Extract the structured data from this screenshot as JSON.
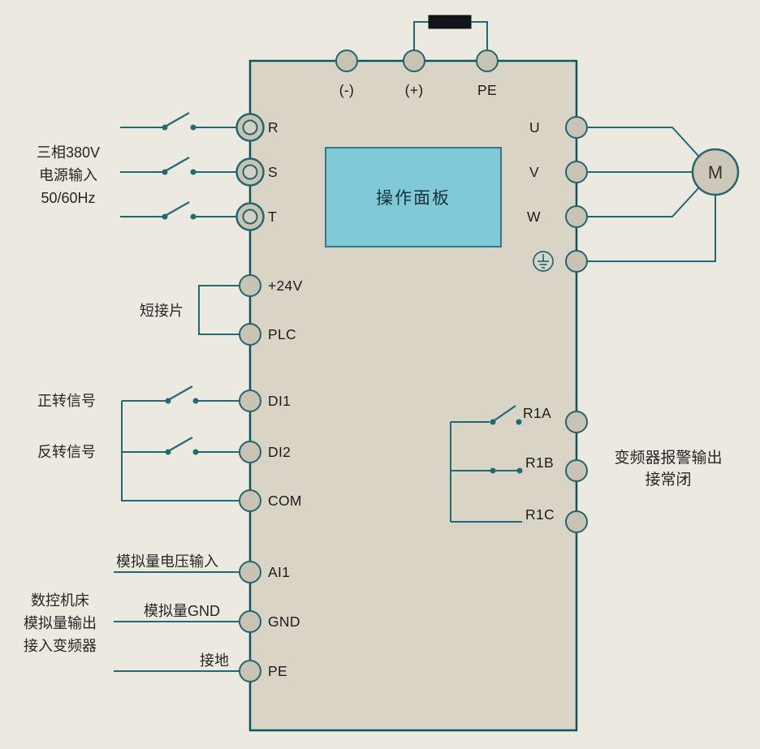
{
  "diagram": {
    "panel_label": "操作面板",
    "motor_label": "M",
    "top_terminals": [
      {
        "label": "(-)"
      },
      {
        "label": "(+)"
      },
      {
        "label": "PE"
      }
    ],
    "left_terminals": [
      {
        "label": "R"
      },
      {
        "label": "S"
      },
      {
        "label": "T"
      },
      {
        "label": "+24V"
      },
      {
        "label": "PLC"
      },
      {
        "label": "DI1"
      },
      {
        "label": "DI2"
      },
      {
        "label": "COM"
      },
      {
        "label": "AI1"
      },
      {
        "label": "GND"
      },
      {
        "label": "PE"
      }
    ],
    "right_terminals": [
      {
        "label": "U"
      },
      {
        "label": "V"
      },
      {
        "label": "W"
      },
      {
        "label": "R1A"
      },
      {
        "label": "R1B"
      },
      {
        "label": "R1C"
      }
    ],
    "annotations": {
      "power_input_line1": "三相380V",
      "power_input_line2": "电源输入",
      "power_input_line3": "50/60Hz",
      "short_tab": "短接片",
      "forward_signal": "正转信号",
      "reverse_signal": "反转信号",
      "analog_voltage_input": "模拟量电压输入",
      "analog_gnd": "模拟量GND",
      "earth": "接地",
      "cnc_line1": "数控机床",
      "cnc_line2": "模拟量输出",
      "cnc_line3": "接入变频器",
      "alarm_line1": "变频器报警输出",
      "alarm_line2": "接常闭"
    },
    "colors": {
      "background": "#ece9e1",
      "body_fill": "#d9d4c6",
      "body_border": "#0d565f",
      "wire": "#1f6b74",
      "panel_fill": "#7fc9d9",
      "terminal_fill": "#c9c3b3",
      "resistor_fill": "#111418",
      "text": "#262626"
    }
  }
}
